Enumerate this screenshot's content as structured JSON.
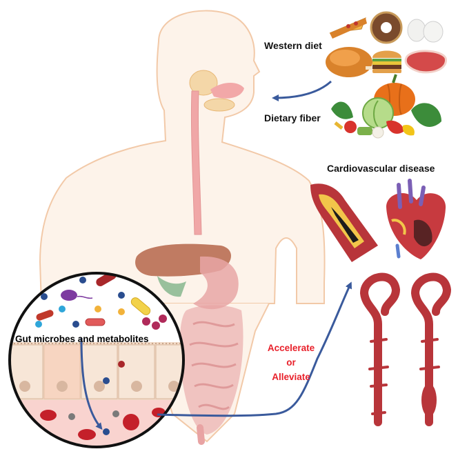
{
  "labels": {
    "western_diet": "Western diet",
    "dietary_fiber": "Dietary fiber",
    "cardiovascular_disease": "Cardiovascular disease",
    "gut_microbes": "Gut microbes and metabolites",
    "effect_line1": "Accelerate",
    "effect_line2": "or",
    "effect_line3": "Alleviate"
  },
  "colors": {
    "arrow": "#3a5a9c",
    "effect_text": "#e8202a",
    "body_outline": "#f2c9a8",
    "body_fill": "#fdf3ea",
    "intestine": "#e8a3a3",
    "aorta": "#b8353a"
  },
  "icons": [
    "pizza-icon",
    "donut-icon",
    "egg-icon",
    "chicken-icon",
    "burger-icon",
    "steak-icon",
    "pumpkin-icon",
    "cabbage-icon",
    "vegetables-icon",
    "blocked-artery-icon",
    "diseased-heart-icon",
    "aorta-icon",
    "aneurysm-aorta-icon",
    "bacteria-icon",
    "intestinal-epithelium-icon",
    "red-blood-cell-icon"
  ]
}
